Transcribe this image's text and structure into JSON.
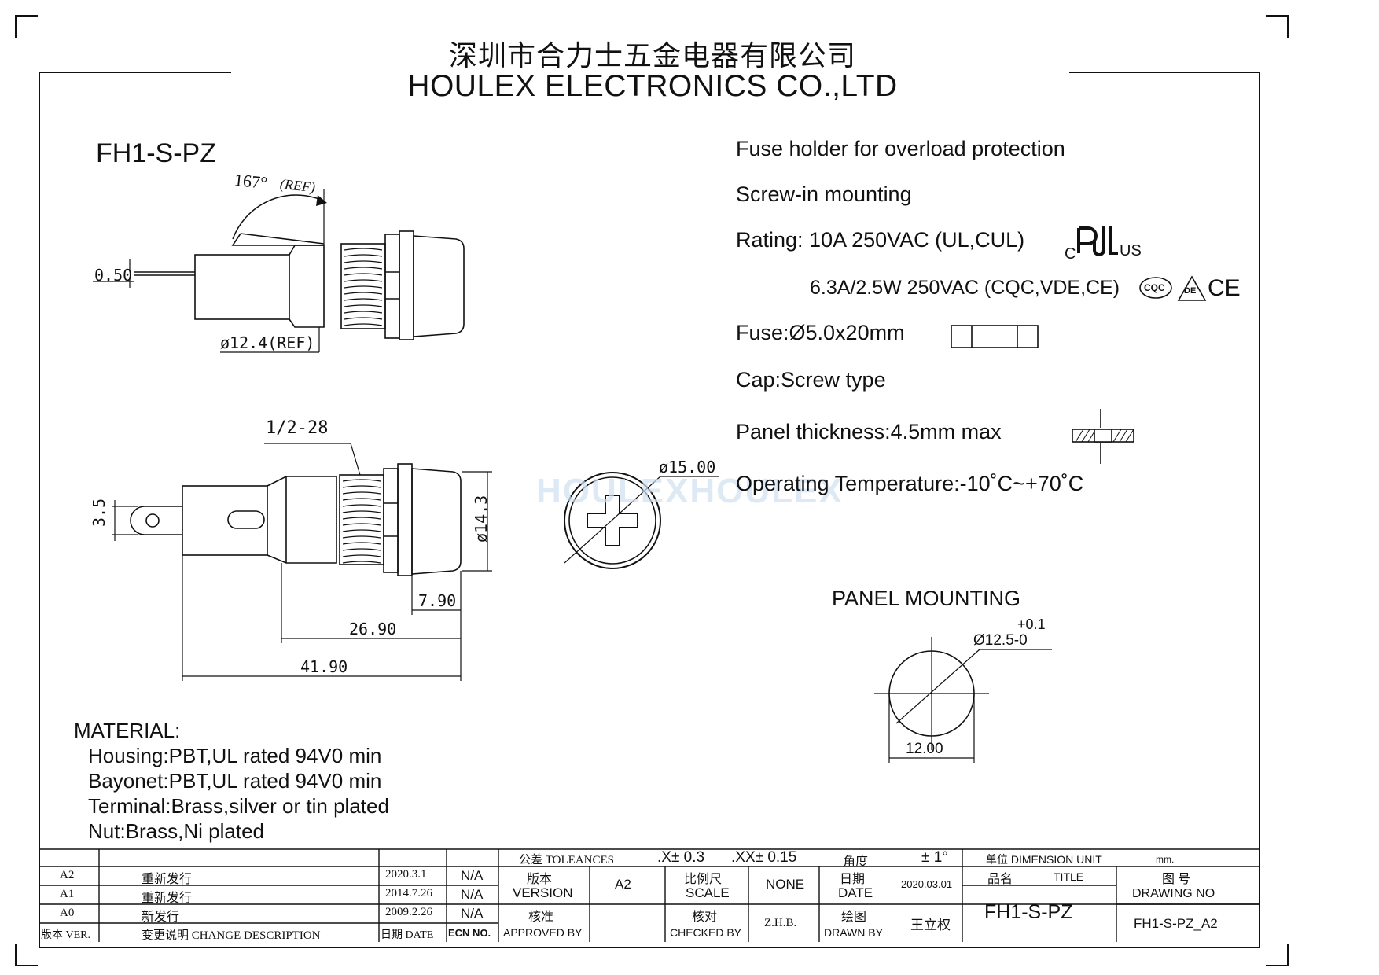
{
  "header": {
    "company_cn": "深圳市合力士五金电器有限公司",
    "company_en": "HOULEX ELECTRONICS CO.,LTD"
  },
  "part_number": "FH1-S-PZ",
  "watermark": "HOULEXHOULEX",
  "specs": {
    "line1": "Fuse holder for overload protection",
    "line2": "Screw-in mounting",
    "rating1": "Rating: 10A 250VAC (UL,CUL)",
    "rating2": "6.3A/2.5W 250VAC (CQC,VDE,CE)",
    "fuse": "Fuse:Ø5.0x20mm",
    "cap": "Cap:Screw type",
    "panel": "Panel thickness:4.5mm max",
    "temp": "Operating Temperature:-10˚C~+70˚C"
  },
  "cert_marks": {
    "ul_c": "C",
    "ul_us": "US",
    "cqc": "CQC",
    "vde": "DE",
    "ce": "CE"
  },
  "dimensions": {
    "angle": "167°",
    "angle_ref": "(REF)",
    "terminal_thickness": "0.50",
    "body_dia_ref": "ø12.4(REF)",
    "thread": "1/2-28",
    "lug_height": "3.5",
    "cap_dia": "ø14.3",
    "cap_len": "7.90",
    "body_len": "26.90",
    "total_len": "41.90",
    "front_dia": "ø15.00",
    "panel_hole_dia": "Ø12.5-0",
    "panel_hole_tol": "+0.1",
    "panel_flat": "12.00"
  },
  "panel_mounting_title": "PANEL MOUNTING",
  "material": {
    "title": "MATERIAL:",
    "items": [
      "Housing:PBT,UL rated 94V0 min",
      "Bayonet:PBT,UL rated 94V0 min",
      "Terminal:Brass,silver or tin plated",
      "Nut:Brass,Ni plated"
    ]
  },
  "title_block": {
    "revisions": [
      {
        "ver": "A2",
        "desc": "重新发行",
        "date": "2020.3.1",
        "ecn": "N/A"
      },
      {
        "ver": "A1",
        "desc": "重新发行",
        "date": "2014.7.26",
        "ecn": "N/A"
      },
      {
        "ver": "A0",
        "desc": "新发行",
        "date": "2009.2.26",
        "ecn": "N/A"
      }
    ],
    "col_ver": "版本 VER.",
    "col_desc": "变更说明 CHANGE DESCRIPTION",
    "col_date": "日期 DATE",
    "col_ecn": "ECN NO.",
    "tol_label": "公差 TOLEANCES",
    "tol_x": ".X±  0.3",
    "tol_xx": ".XX±  0.15",
    "angle_label": "角度",
    "angle_val": "±  1°",
    "unit_label": "单位 DIMENSION UNIT",
    "unit_val": "mm.",
    "version_cn": "版本",
    "version_en": "VERSION",
    "version_val": "A2",
    "scale_cn": "比例尺",
    "scale_en": "SCALE",
    "scale_val": "NONE",
    "date_cn": "日期",
    "date_en": "DATE",
    "date_val": "2020.03.01",
    "title_cn": "品名",
    "title_en": "TITLE",
    "title_val": "FH1-S-PZ",
    "drawing_cn": "图  号",
    "drawing_en": "DRAWING NO",
    "drawing_val": "FH1-S-PZ_A2",
    "approved_cn": "核准",
    "approved_en": "APPROVED BY",
    "checked_cn": "核对",
    "checked_en": "CHECKED BY",
    "checked_val": "Z.H.B.",
    "drawn_cn": "绘图",
    "drawn_en": "DRAWN BY",
    "drawn_val": "王立权"
  }
}
